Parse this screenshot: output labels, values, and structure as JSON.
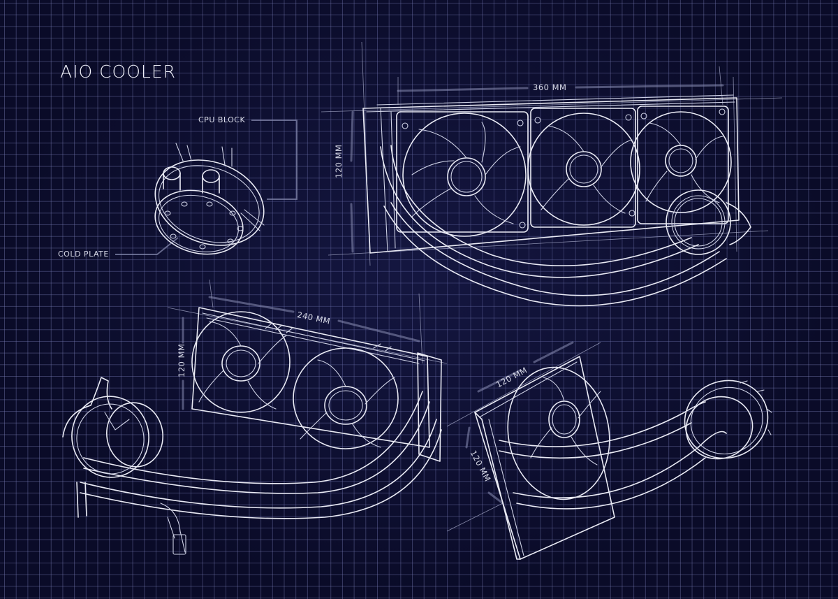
{
  "title": "AIO COOLER",
  "theme": {
    "background": "#0b0c2a",
    "grid_line": "#3a3d66",
    "line_art": "#e9eaf4",
    "text": "#e4e6f2"
  },
  "callouts": {
    "cpu_block": "CPU BLOCK",
    "cold_plate": "COLD PLATE"
  },
  "views": {
    "radiator_360": {
      "width_label": "360 MM",
      "height_label": "120 MM",
      "fan_count": 3
    },
    "radiator_240": {
      "width_label": "240 MM",
      "height_label": "120 MM",
      "fan_count": 2
    },
    "radiator_120": {
      "width_label": "120 MM",
      "height_label": "120 MM",
      "fan_count": 1
    }
  }
}
